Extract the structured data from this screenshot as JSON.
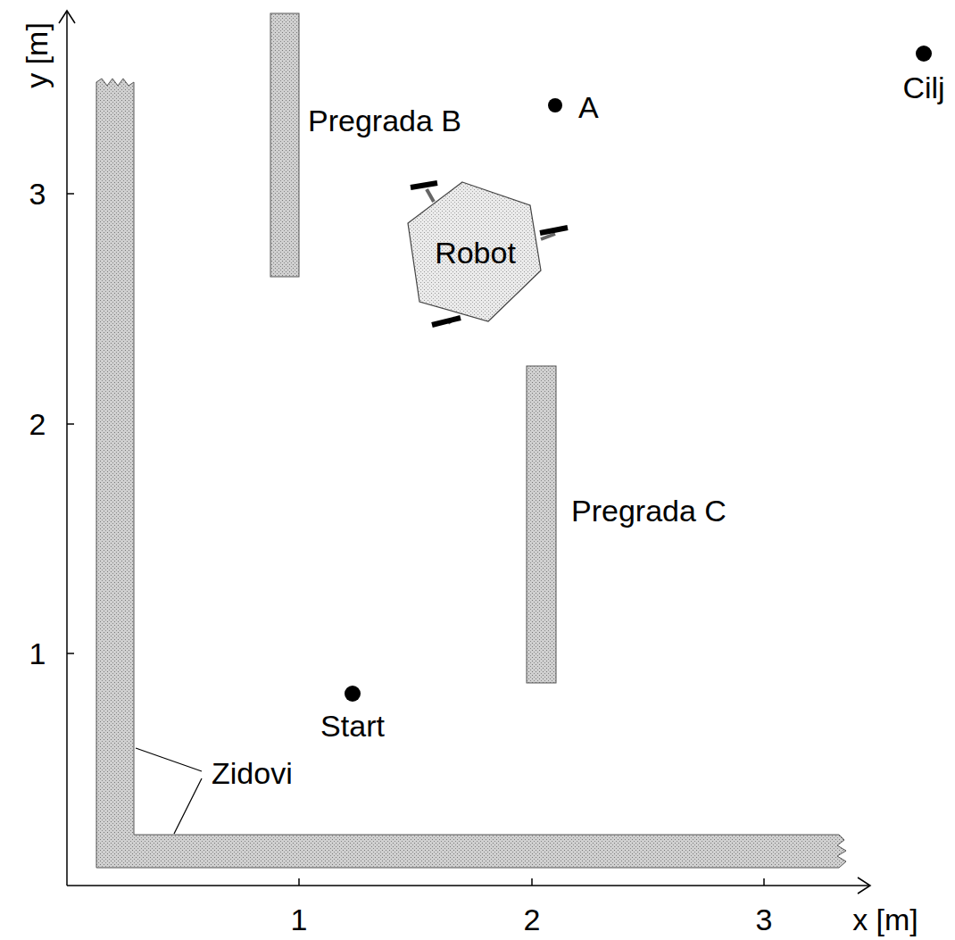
{
  "diagram": {
    "nodes": [
      {
        "text": [
          "Robot"
        ]
      }
    ],
    "labels": [
      "y [m]",
      "x [m]",
      "1",
      "2",
      "3",
      "1",
      "2",
      "3",
      "Pregrada B",
      "Pregrada C",
      "A",
      "Cilj",
      "Start",
      "Zidovi"
    ]
  }
}
